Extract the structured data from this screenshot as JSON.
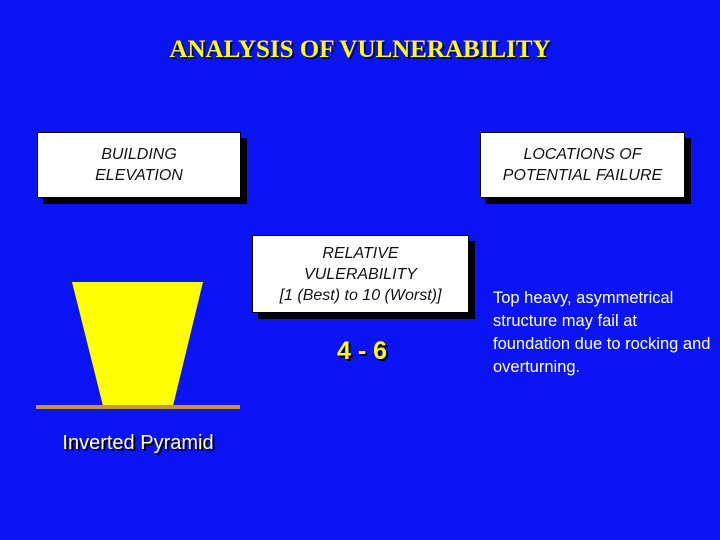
{
  "title": "ANALYSIS OF VULNERABILITY",
  "headers": {
    "building": [
      "BUILDING",
      "ELEVATION"
    ],
    "locations": [
      "LOCATIONS OF",
      "POTENTIAL FAILURE"
    ],
    "relative": [
      "RELATIVE",
      "VULERABILITY",
      "[1 (Best) to 10 (Worst)]"
    ]
  },
  "building_type": "Inverted Pyramid",
  "vulnerability_score": "4 - 6",
  "failure_description": "Top heavy, asymmetrical structure may fail at foundation due to rocking and overturning.",
  "colors": {
    "background": "#0a14f5",
    "shape": "#ffff00",
    "ground": "#c8963c",
    "title": "#ffff00"
  }
}
